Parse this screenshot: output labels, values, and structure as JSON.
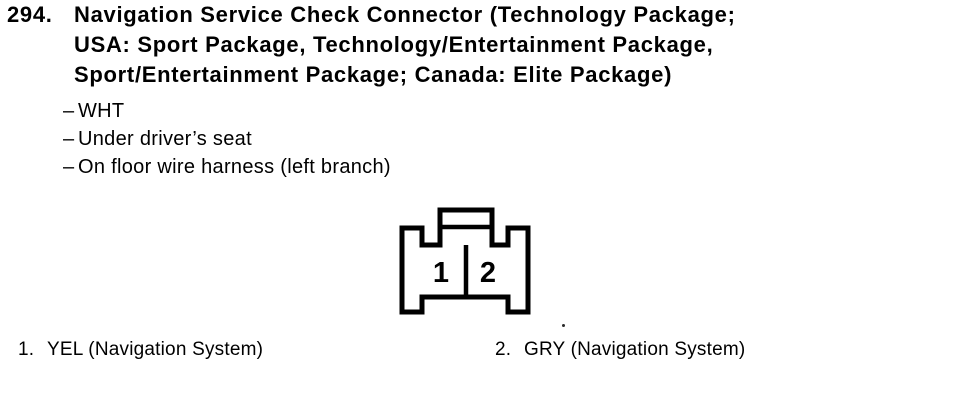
{
  "colors": {
    "background": "#ffffff",
    "ink": "#000000"
  },
  "item": {
    "number": "294.",
    "title_lines": [
      "Navigation Service Check Connector (Technology Package;",
      "USA: Sport Package, Technology/Entertainment Package,",
      "Sport/Entertainment Package; Canada: Elite Package)"
    ],
    "details": [
      {
        "dash": "–",
        "text": "WHT"
      },
      {
        "dash": "–",
        "text": "Under driver’s seat"
      },
      {
        "dash": "–",
        "text": "On floor wire harness (left branch)"
      }
    ]
  },
  "connector_diagram": {
    "description": "2-cavity connector, front view, latch tab on top",
    "cavities": [
      "1",
      "2"
    ]
  },
  "pin_legend": [
    {
      "number": "1.",
      "label": "YEL (Navigation System)"
    },
    {
      "number": "2.",
      "label": "GRY (Navigation System)"
    }
  ]
}
